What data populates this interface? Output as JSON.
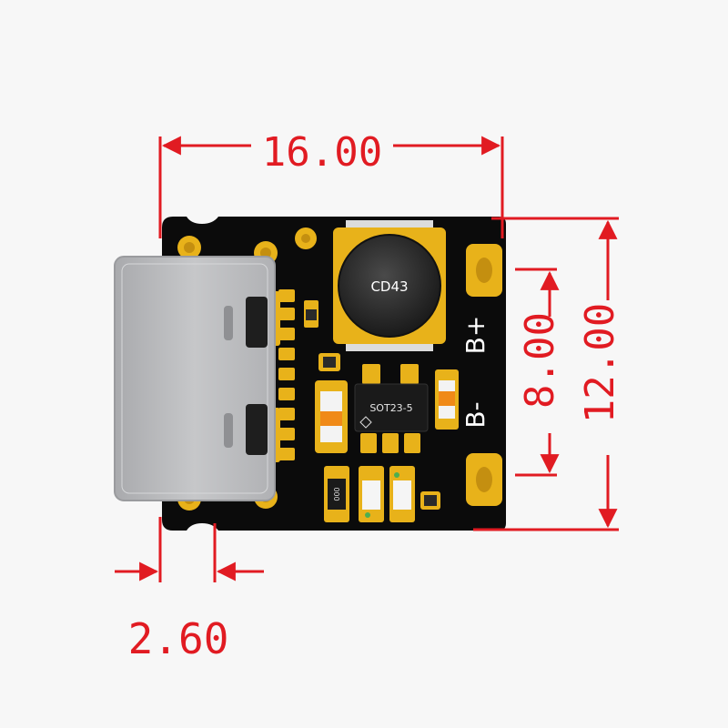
{
  "dimensions": {
    "width_top": "16.00",
    "height_right": "12.00",
    "pad_spacing": "8.00",
    "connector_offset": "2.60"
  },
  "board": {
    "inductor_label": "CD43",
    "ic_label": "SOT23-5",
    "pad_plus_label": "B+",
    "pad_minus_label": "B-",
    "resistor_label": "000"
  },
  "colors": {
    "dimension": "#e11b22",
    "pcb": "#0b0b0b",
    "gold": "#e8b21a",
    "connector": "#b9babc"
  }
}
